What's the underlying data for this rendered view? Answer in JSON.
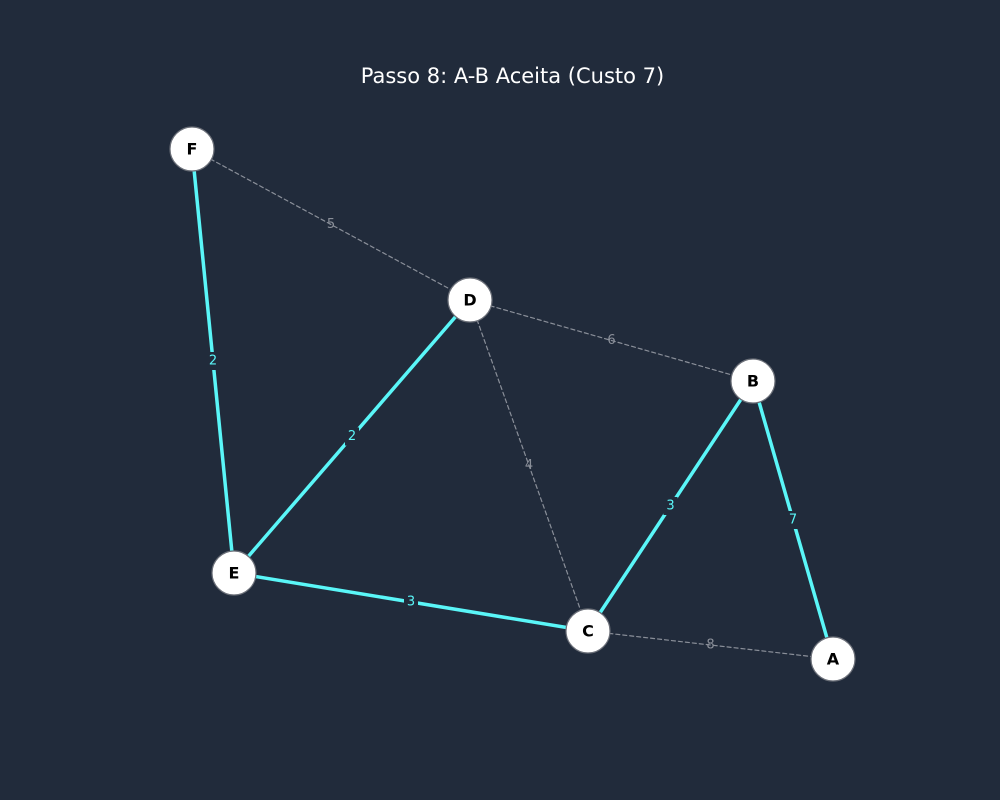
{
  "title": "Passo 8: A-B Aceita (Custo 7)",
  "colors": {
    "background": "#212b3b",
    "accepted_edge": "#5af6f8",
    "candidate_edge": "#8a8f99",
    "node_fill": "#ffffff",
    "node_stroke": "#6b6f78",
    "node_text": "#000000"
  },
  "graph": {
    "nodes": [
      {
        "id": "A",
        "label": "A"
      },
      {
        "id": "B",
        "label": "B"
      },
      {
        "id": "C",
        "label": "C"
      },
      {
        "id": "D",
        "label": "D"
      },
      {
        "id": "E",
        "label": "E"
      },
      {
        "id": "F",
        "label": "F"
      }
    ],
    "edges": [
      {
        "from": "F",
        "to": "D",
        "weight": "5",
        "status": "rejected"
      },
      {
        "from": "D",
        "to": "B",
        "weight": "6",
        "status": "rejected"
      },
      {
        "from": "D",
        "to": "C",
        "weight": "4",
        "status": "rejected"
      },
      {
        "from": "C",
        "to": "A",
        "weight": "8",
        "status": "rejected"
      },
      {
        "from": "F",
        "to": "E",
        "weight": "2",
        "status": "accepted"
      },
      {
        "from": "E",
        "to": "D",
        "weight": "2",
        "status": "accepted"
      },
      {
        "from": "E",
        "to": "C",
        "weight": "3",
        "status": "accepted"
      },
      {
        "from": "C",
        "to": "B",
        "weight": "3",
        "status": "accepted"
      },
      {
        "from": "B",
        "to": "A",
        "weight": "7",
        "status": "accepted"
      }
    ]
  }
}
